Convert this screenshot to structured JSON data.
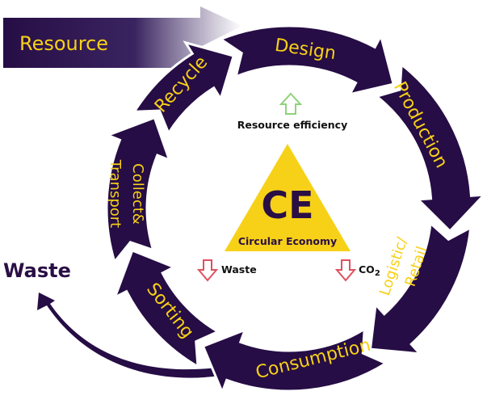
{
  "colors": {
    "ring": "#260d45",
    "ring_outline": "#ffffff",
    "label": "#f7d117",
    "triangle": "#f7d117",
    "ce_text": "#2a0f45",
    "up_arrow": "#8fd27a",
    "down_arrow": "#e0505f",
    "dark_text": "#111111"
  },
  "resource_arrow": {
    "label": "Resource",
    "icon": "arrow-right-icon"
  },
  "cycle": {
    "stages": [
      {
        "id": "design",
        "label": "Design"
      },
      {
        "id": "production",
        "label": "Production"
      },
      {
        "id": "logistic-retail",
        "label_line1": "Logistic/",
        "label_line2": "Retail"
      },
      {
        "id": "consumption",
        "label": "Consumption"
      },
      {
        "id": "sorting",
        "label": "Sorting"
      },
      {
        "id": "collect-transport",
        "label_line1": "Collect&",
        "label_line2": "Transport"
      },
      {
        "id": "recycle",
        "label": "Recycle"
      }
    ]
  },
  "center": {
    "abbr": "CE",
    "title": "Circular Economy",
    "indicators": {
      "resource_efficiency": {
        "label": "Resource efficiency",
        "icon": "arrow-up-outline-icon",
        "direction": "up"
      },
      "waste": {
        "label": "Waste",
        "icon": "arrow-down-outline-icon",
        "direction": "down"
      },
      "co2": {
        "label": "CO",
        "subscript": "2",
        "icon": "arrow-down-outline-icon",
        "direction": "down"
      }
    }
  },
  "waste_output": {
    "label": "Waste",
    "icon": "curved-arrow-icon"
  }
}
